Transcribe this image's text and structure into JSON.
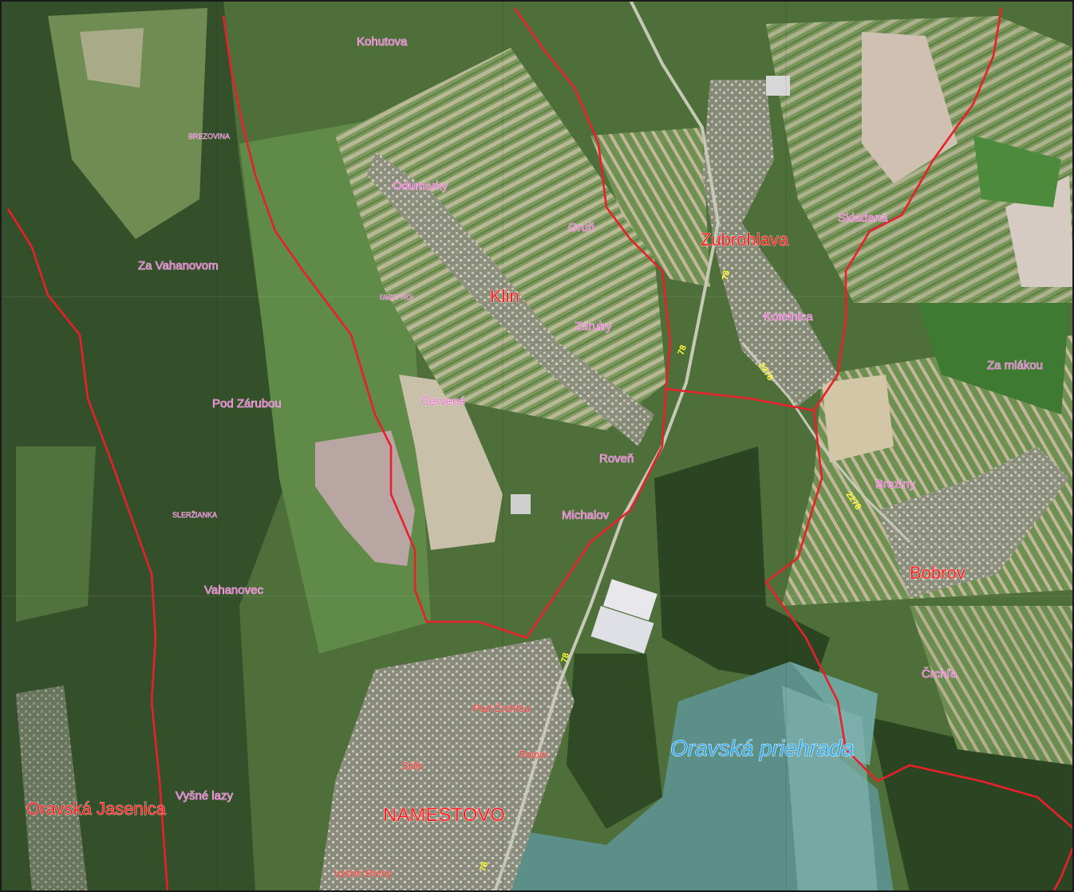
{
  "labels": {
    "kohutova": "Kohutova",
    "brezovina": "BREZOVINA",
    "odumarky": "Odumarky",
    "za_vahanovom": "Za Vahanovom",
    "kamzov_vrch": "KAMZOV VRCH",
    "klin": "Klin",
    "grun": "Gruň",
    "zubrohlava": "Zubrohlava",
    "skladana": "Skladaná",
    "zaruby": "Záruby",
    "kotelnica": "Kotelnica",
    "za_mlakou": "Za mlákou",
    "pod_zarubou": "Pod Zárubou",
    "cervene": "Červené",
    "roven": "Roveň",
    "breziny": "Breziny",
    "slerzianka": "SLERŽIANKA",
    "michalov": "Michalov",
    "vahanovec": "Vahanovec",
    "bobrov": "Bobrov",
    "crchla": "Črchľa",
    "pod_crchlou": "Pod Črchľou",
    "oravska_priehrada": "Oravská priehrada",
    "stilly": "Stilly",
    "polom": "Polom",
    "oravska_jasenica": "Oravská Jasenica",
    "vysne_lazy": "Vyšné lazy",
    "namestovo": "NAMESTOVO",
    "vysne_brehy": "Vyšné Brehy"
  },
  "roads": {
    "r78": "78",
    "r2278": "2278"
  },
  "colors": {
    "boundary": "#e8202a",
    "locality_label": "#f06bd6",
    "village_label": "#ff1a1a",
    "lake_label": "#34a8e8",
    "road_label": "#ffff33"
  }
}
